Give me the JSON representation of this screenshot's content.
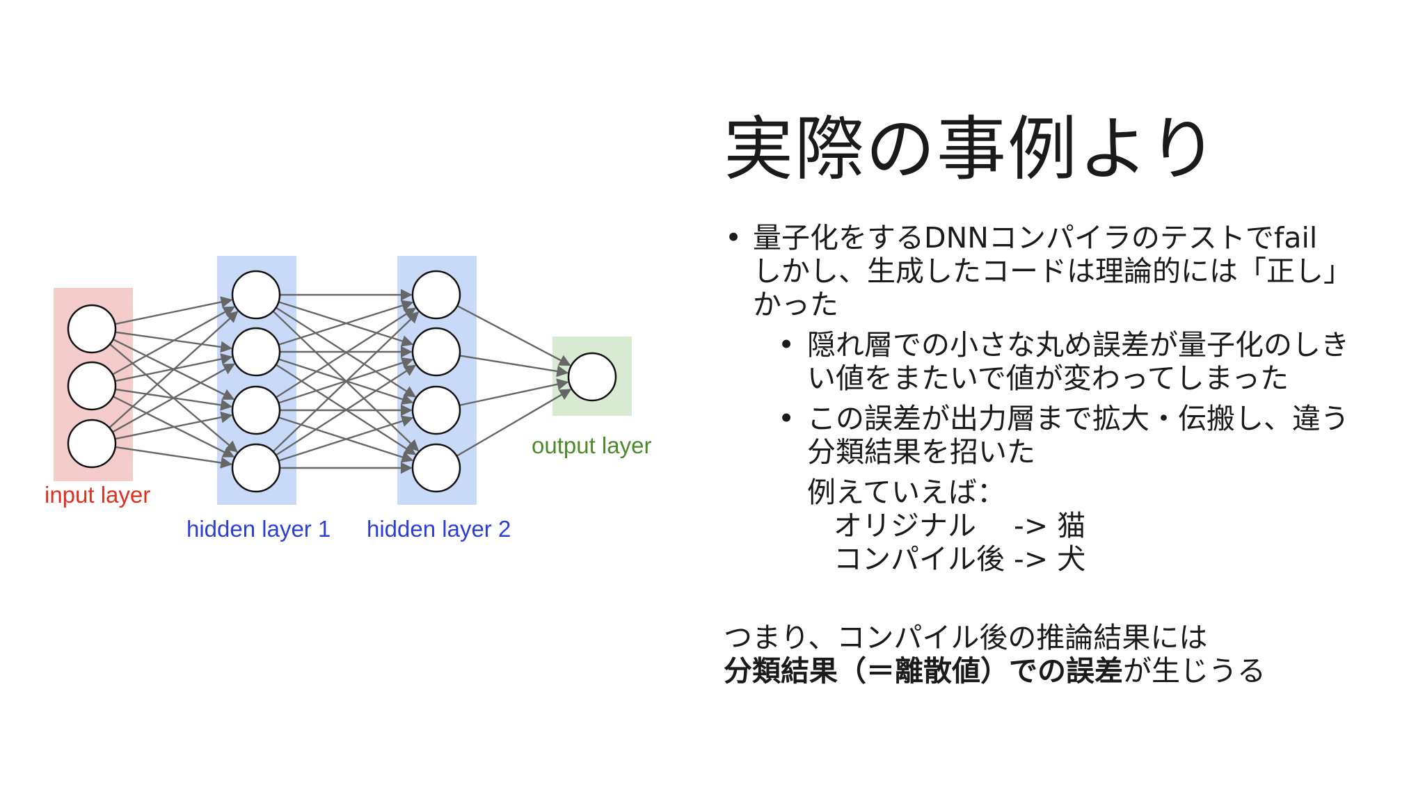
{
  "colors": {
    "input_box": "#f4cccc",
    "hidden_box": "#c9daf8",
    "output_box": "#d9ead3",
    "input_label": "#e0301e",
    "hidden_label": "#2b3ed8",
    "output_label": "#4a8a2a",
    "edge": "#666666",
    "node_stroke": "#111111"
  },
  "diagram": {
    "layers": [
      {
        "label": "input layer",
        "neurons": 3,
        "kind": "input"
      },
      {
        "label": "hidden layer 1",
        "neurons": 4,
        "kind": "hidden"
      },
      {
        "label": "hidden layer 2",
        "neurons": 4,
        "kind": "hidden"
      },
      {
        "label": "output layer",
        "neurons": 1,
        "kind": "output"
      }
    ]
  },
  "slide": {
    "title": "実際の事例より",
    "bullets": [
      {
        "lines": [
          "量子化をするDNNコンパイラのテストでfail",
          "しかし、生成したコードは理論的には「正し」",
          "かった"
        ],
        "children": [
          {
            "lines": [
              "隠れ層での小さな丸め誤差が量子化のしき",
              "い値をまたいで値が変わってしまった"
            ]
          },
          {
            "lines": [
              "この誤差が出力層まで拡大・伝搬し、違う",
              "分類結果を招いた"
            ]
          }
        ]
      }
    ],
    "example": {
      "intro": "例えていえば：",
      "lines": [
        "オリジナル　 -> 猫",
        "コンパイル後 -> 犬"
      ]
    },
    "summary": {
      "line1": "つまり、コンパイル後の推論結果には",
      "bold": "分類結果（＝離散値）での誤差",
      "rest": "が生じうる"
    }
  },
  "icons": {
    "bullet": "•"
  }
}
